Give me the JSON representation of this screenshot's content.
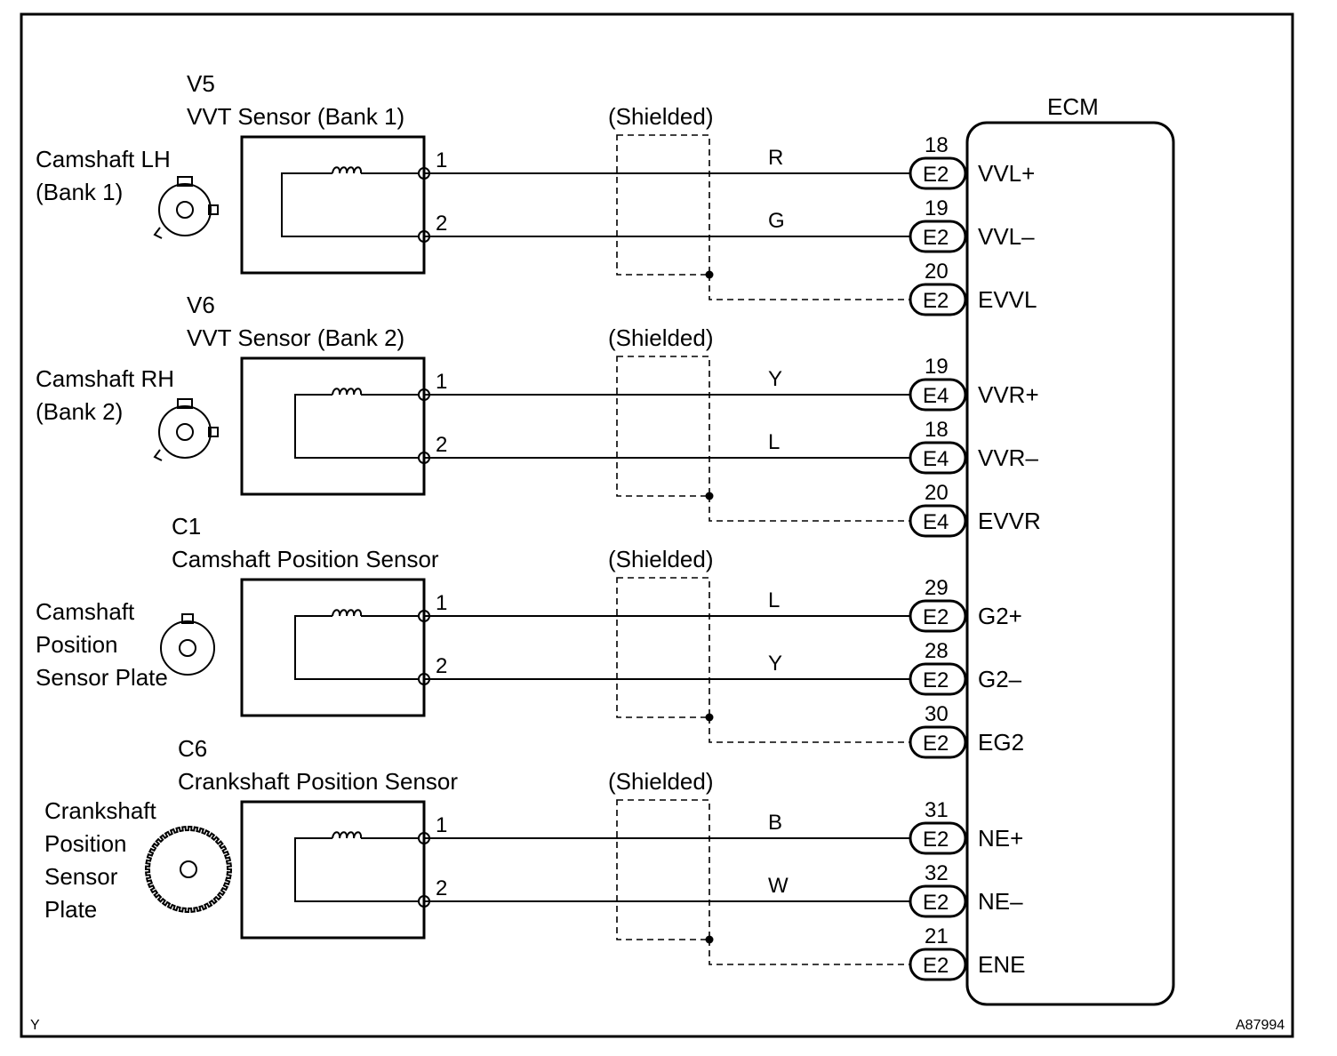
{
  "ecm": {
    "title": "ECM"
  },
  "shield_label": "(Shielded)",
  "footer": {
    "left": "Y",
    "right": "A87994"
  },
  "sensors": [
    {
      "code": "V5",
      "name": "VVT Sensor (Bank 1)",
      "part": [
        "Camshaft LH",
        "(Bank 1)"
      ],
      "part_icon": "camshaft-timing-rotor-icon",
      "pins": [
        {
          "pin": "1",
          "wire": "R",
          "terminal": "18",
          "connector": "E2",
          "signal": "VVL+"
        },
        {
          "pin": "2",
          "wire": "G",
          "terminal": "19",
          "connector": "E2",
          "signal": "VVL–"
        }
      ],
      "shield": {
        "terminal": "20",
        "connector": "E2",
        "signal": "EVVL"
      }
    },
    {
      "code": "V6",
      "name": "VVT Sensor (Bank 2)",
      "part": [
        "Camshaft RH",
        "(Bank 2)"
      ],
      "part_icon": "camshaft-timing-rotor-icon",
      "pins": [
        {
          "pin": "1",
          "wire": "Y",
          "terminal": "19",
          "connector": "E4",
          "signal": "VVR+"
        },
        {
          "pin": "2",
          "wire": "L",
          "terminal": "18",
          "connector": "E4",
          "signal": "VVR–"
        }
      ],
      "shield": {
        "terminal": "20",
        "connector": "E4",
        "signal": "EVVR"
      }
    },
    {
      "code": "C1",
      "name": "Camshaft Position Sensor",
      "part": [
        "Camshaft",
        "Position",
        "Sensor Plate"
      ],
      "part_icon": "sensor-plate-icon",
      "pins": [
        {
          "pin": "1",
          "wire": "L",
          "terminal": "29",
          "connector": "E2",
          "signal": "G2+"
        },
        {
          "pin": "2",
          "wire": "Y",
          "terminal": "28",
          "connector": "E2",
          "signal": "G2–"
        }
      ],
      "shield": {
        "terminal": "30",
        "connector": "E2",
        "signal": "EG2"
      }
    },
    {
      "code": "C6",
      "name": "Crankshaft Position Sensor",
      "part": [
        "Crankshaft",
        "Position",
        "Sensor",
        "Plate"
      ],
      "part_icon": "toothed-gear-plate-icon",
      "pins": [
        {
          "pin": "1",
          "wire": "B",
          "terminal": "31",
          "connector": "E2",
          "signal": "NE+"
        },
        {
          "pin": "2",
          "wire": "W",
          "terminal": "32",
          "connector": "E2",
          "signal": "NE–"
        }
      ],
      "shield": {
        "terminal": "21",
        "connector": "E2",
        "signal": "ENE"
      }
    }
  ]
}
